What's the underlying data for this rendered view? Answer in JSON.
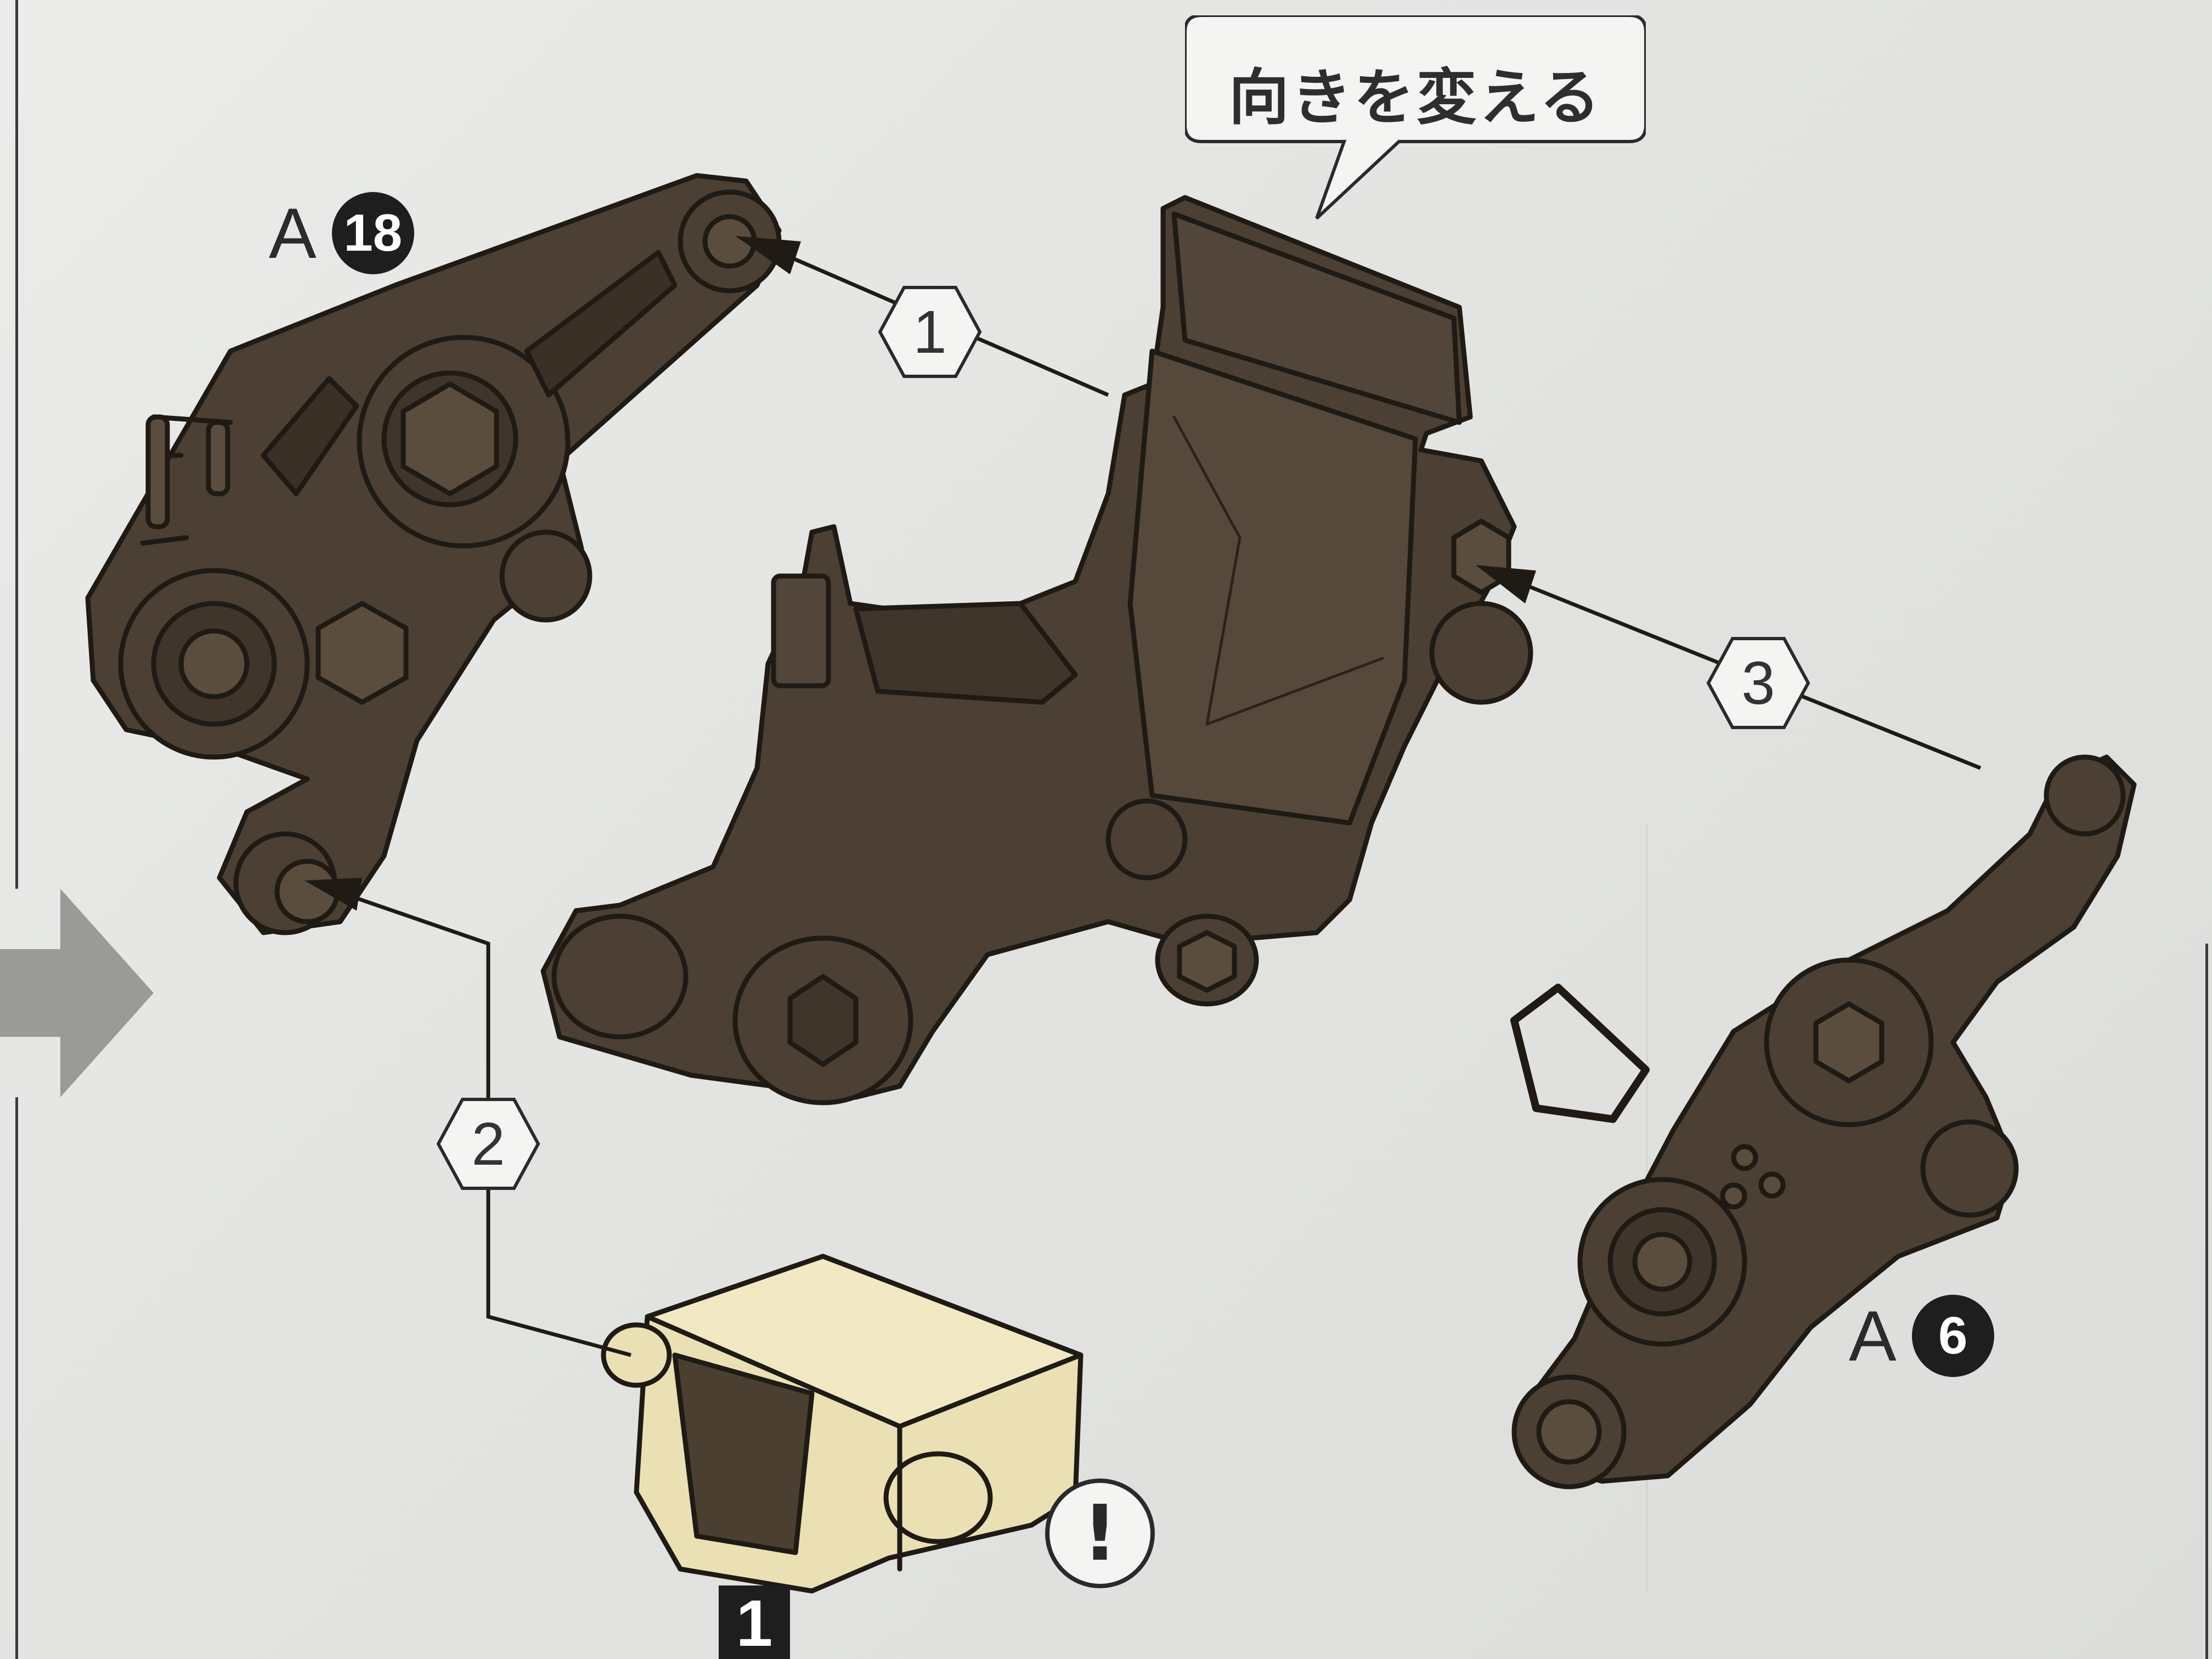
{
  "callout": {
    "text": "向きを変える"
  },
  "parts": {
    "top_left": {
      "letter": "A",
      "number": "18"
    },
    "right": {
      "letter": "A",
      "number": "6"
    }
  },
  "steps": {
    "s1": "1",
    "s2": "2",
    "s3": "3"
  },
  "step_number": "1",
  "warning_symbol": "!",
  "colors": {
    "frame": "#4b4033",
    "frame_line": "#1f1a14",
    "cream_part": "#ebe0b4",
    "background": "#e6e7e5"
  },
  "icons": {
    "next_arrow": "arrow-right-icon",
    "warning": "exclamation-icon"
  }
}
